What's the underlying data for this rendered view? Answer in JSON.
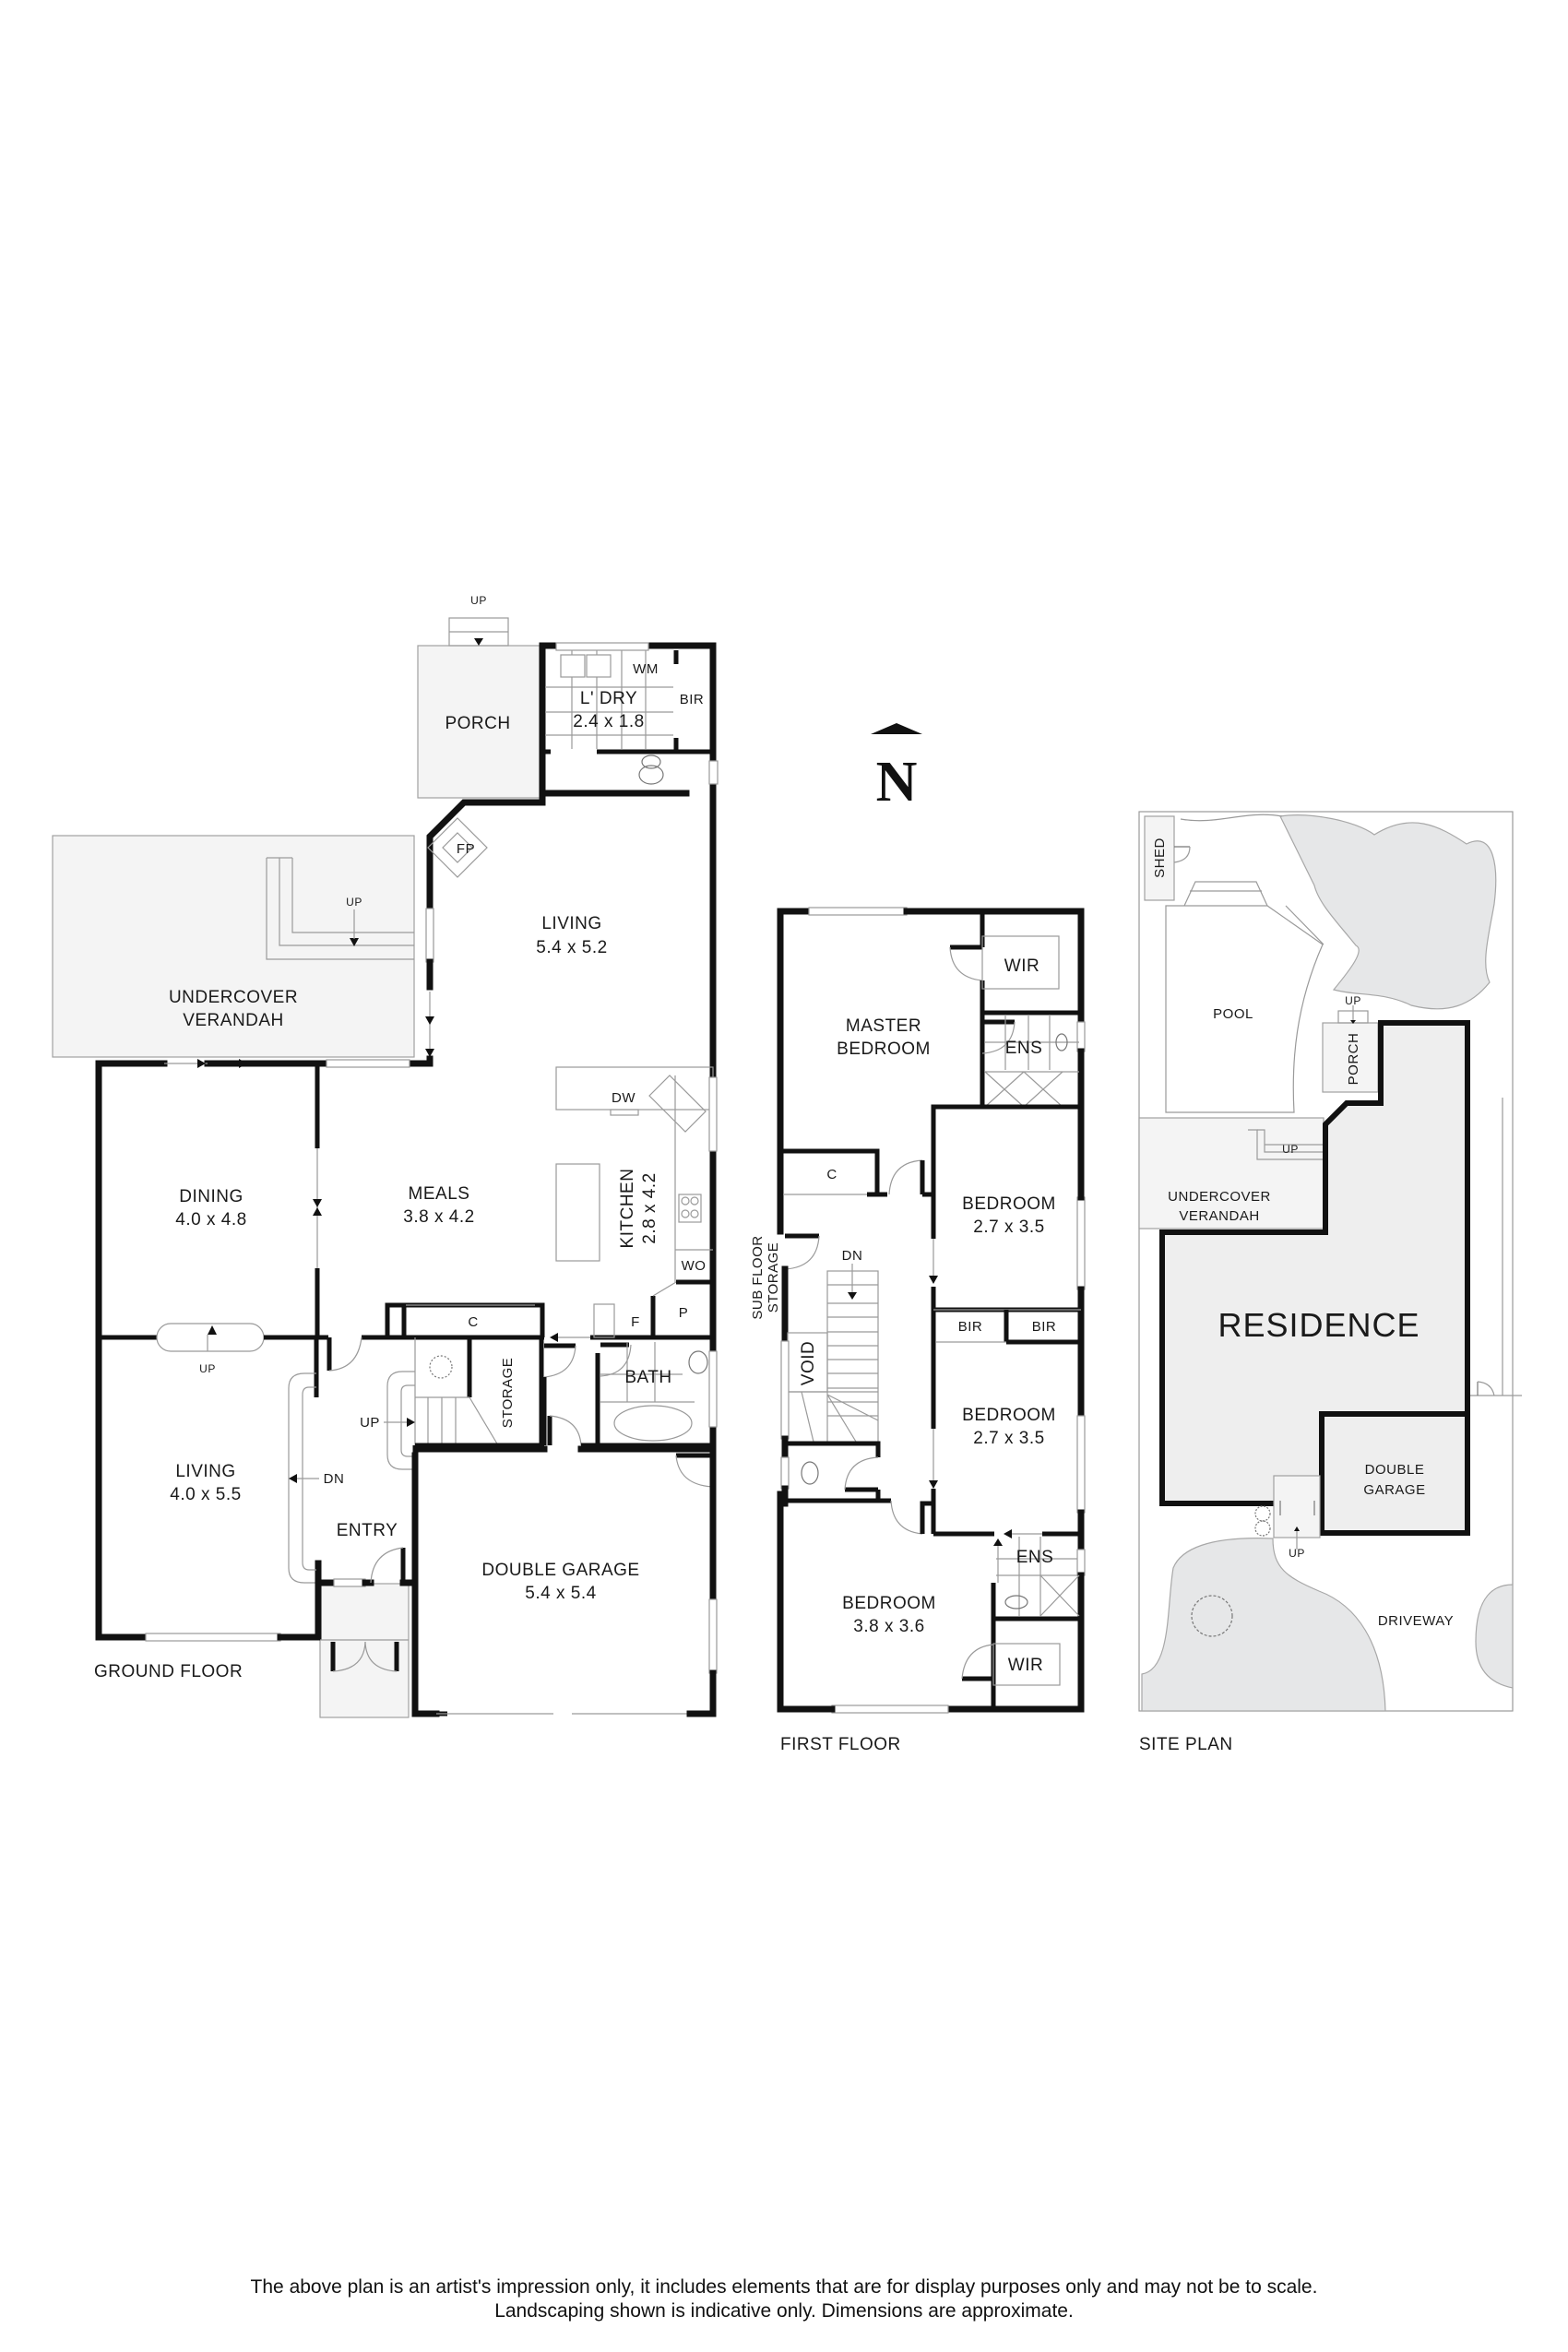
{
  "compass": {
    "label": "N"
  },
  "ground_floor": {
    "title": "GROUND FLOOR",
    "rooms": {
      "porch": {
        "name": "PORCH"
      },
      "laundry": {
        "name": "L' DRY",
        "size": "2.4 x 1.8",
        "wm": "WM",
        "bir": "BIR"
      },
      "living_main": {
        "name": "LIVING",
        "size": "5.4 x 5.2",
        "fp": "FP"
      },
      "verandah": {
        "line1": "UNDERCOVER",
        "line2": "VERANDAH"
      },
      "dining": {
        "name": "DINING",
        "size": "4.0 x 4.8"
      },
      "meals": {
        "name": "MEALS",
        "size": "3.8 x 4.2"
      },
      "kitchen": {
        "name": "KITCHEN",
        "size": "2.8 x 4.2",
        "dw": "DW",
        "wo": "WO",
        "f": "F",
        "p": "P"
      },
      "living_front": {
        "name": "LIVING",
        "size": "4.0 x 5.5"
      },
      "entry": {
        "name": "ENTRY"
      },
      "storage": {
        "name": "STORAGE"
      },
      "closet": {
        "name": "C"
      },
      "bath": {
        "name": "BATH"
      },
      "garage": {
        "name": "DOUBLE GARAGE",
        "size": "5.4 x 5.4"
      }
    },
    "stairs": {
      "up_porch": "UP",
      "up_verandah": "UP",
      "up_living": "UP",
      "up_entry": "UP",
      "dn_entry": "DN"
    }
  },
  "first_floor": {
    "title": "FIRST FLOOR",
    "rooms": {
      "master": {
        "line1": "MASTER",
        "line2": "BEDROOM"
      },
      "master_wir": {
        "name": "WIR"
      },
      "master_ens": {
        "name": "ENS"
      },
      "closet": {
        "name": "C"
      },
      "bed2": {
        "name": "BEDROOM",
        "size": "2.7 x 3.5"
      },
      "bir1": {
        "name": "BIR"
      },
      "bir2": {
        "name": "BIR"
      },
      "bed3": {
        "name": "BEDROOM",
        "size": "2.7 x 3.5"
      },
      "bed4": {
        "name": "BEDROOM",
        "size": "3.8 x 3.6"
      },
      "bed4_ens": {
        "name": "ENS"
      },
      "bed4_wir": {
        "name": "WIR"
      },
      "void": {
        "name": "VOID"
      },
      "subfloor": {
        "line1": "SUB FLOOR",
        "line2": "STORAGE"
      }
    },
    "stairs": {
      "dn": "DN"
    }
  },
  "site_plan": {
    "title": "SITE PLAN",
    "labels": {
      "shed": "SHED",
      "pool": "POOL",
      "porch": "PORCH",
      "porch_up": "UP",
      "verandah_line1": "UNDERCOVER",
      "verandah_line2": "VERANDAH",
      "verandah_up": "UP",
      "residence": "RESIDENCE",
      "garage_line1": "DOUBLE",
      "garage_line2": "GARAGE",
      "entry_up": "UP",
      "driveway": "DRIVEWAY"
    }
  },
  "disclaimer": {
    "line1": "The above plan is an artist's impression only, it includes elements that are for display purposes only and may not be to scale.",
    "line2": "Landscaping shown is indicative only. Dimensions are approximate."
  }
}
